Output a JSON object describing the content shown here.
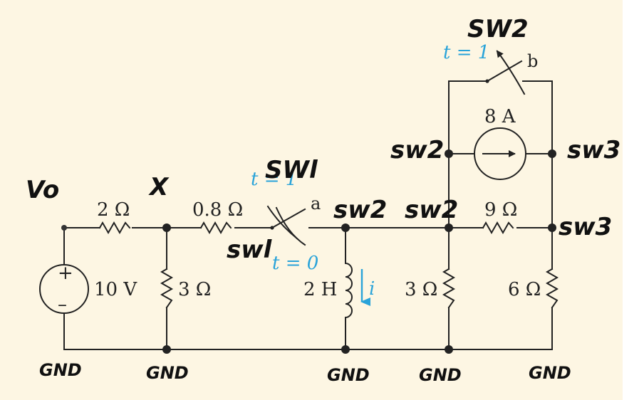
{
  "components": {
    "r_2": "2 Ω",
    "r_08": "0.8 Ω",
    "r_3_left": "3 Ω",
    "r_9": "9 Ω",
    "r_3_mid": "3 Ω",
    "r_6": "6 Ω",
    "source_v": "10 V",
    "source_i": "8 A",
    "inductor": "2 H",
    "plus": "+",
    "minus": "–"
  },
  "switch_labels": {
    "a": "a",
    "b": "b",
    "t1_a": "t = 1",
    "t0_a": "t = 0",
    "t1_b": "t = 1",
    "current": "i"
  },
  "annotations": {
    "vo": "Vo",
    "x": "X",
    "sw1_top": "SWl",
    "sw1_bottom": "swl",
    "sw2_top": "SW2",
    "sw2_node_a": "sw2",
    "sw2_node_b": "sw2",
    "sw2_left": "sw2",
    "sw3_top": "sw3",
    "sw3_mid": "sw3",
    "gnd_1": "GND",
    "gnd_2": "GND",
    "gnd_3": "GND",
    "gnd_4": "GND",
    "gnd_5": "GND"
  },
  "colors": {
    "background": "#fdf6e3",
    "wire": "#222222",
    "accent_blue": "#29a3d9",
    "ink": "#111111"
  }
}
